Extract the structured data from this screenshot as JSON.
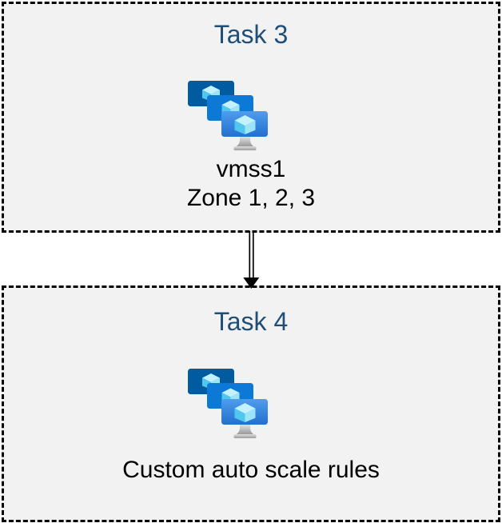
{
  "diagram": {
    "background": "#ffffff",
    "box_fill": "#f2f2f2",
    "box_border_color": "#000000",
    "title_color": "#1f4e79",
    "body_text_color": "#000000"
  },
  "boxes": [
    {
      "title": "Task 3",
      "icon": "vm-scale-sets-icon",
      "lines": [
        "vmss1",
        "Zone 1, 2, 3"
      ]
    },
    {
      "title": "Task 4",
      "icon": "vm-scale-sets-icon",
      "lines": [
        "Custom auto scale rules"
      ]
    }
  ],
  "arrow": {
    "name": "down-arrow",
    "direction": "down"
  },
  "icon_colors": {
    "monitor_back": "#005ba1",
    "monitor_middle": "#0c79d6",
    "monitor_front_top": "#4f9dee",
    "monitor_front_bottom": "#2270cd",
    "cube_top": "#c3f1ff",
    "cube_left": "#50c7ef",
    "cube_right": "#9ce5f9",
    "stand_light": "#e0e0e0",
    "stand_dark": "#9a9a9a"
  }
}
